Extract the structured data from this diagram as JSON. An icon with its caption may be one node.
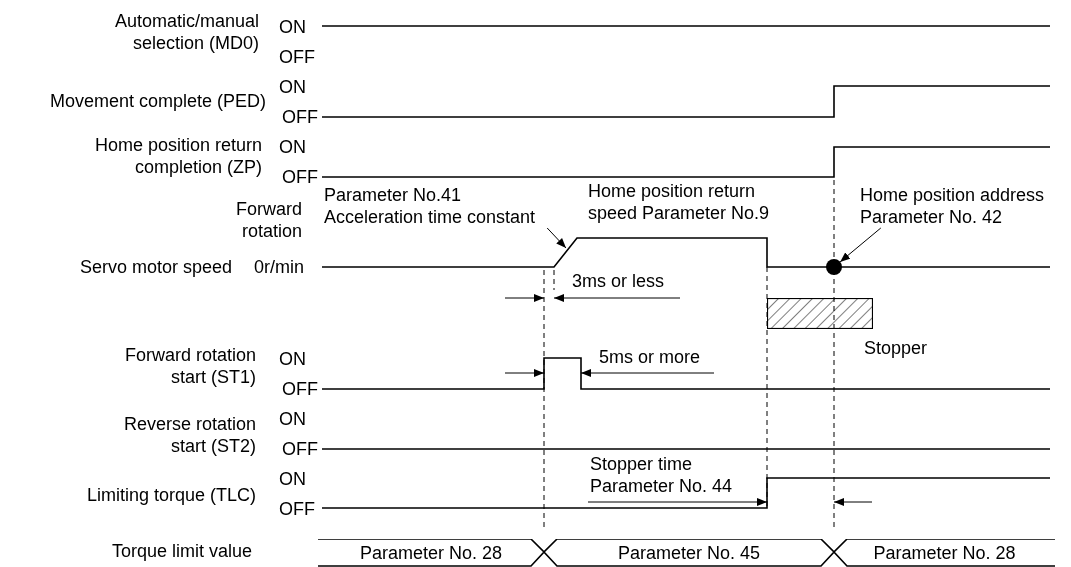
{
  "diagram": {
    "nodes": [
      {
        "text": [
          "Parameter No.41",
          "Acceleration time constant"
        ]
      },
      {
        "text": [
          "Home position address",
          "Parameter No. 42"
        ]
      },
      {
        "text": [],
        "shape": "circle"
      },
      {
        "text": [
          "Stopper"
        ]
      },
      {
        "text": [
          "Parameter No. 28"
        ]
      },
      {
        "text": [
          "Parameter No. 45"
        ]
      },
      {
        "text": [
          "Parameter No. 28"
        ]
      }
    ],
    "edges": [
      {
        "from": 0,
        "to": null,
        "arrow": "to"
      },
      {
        "from": 1,
        "to": 2,
        "arrow": "to"
      }
    ],
    "labels": [
      "Automatic/manual selection (MD0)",
      "ON",
      "OFF",
      "Movement complete (PED)",
      "ON",
      "OFF",
      "Home position return completion (ZP)",
      "ON",
      "OFF",
      "Home position return speed Parameter No.9",
      "Forward rotation",
      "Servo motor speed",
      "0r/min",
      "3ms or less",
      "Forward rotation start (ST1)",
      "ON",
      "OFF",
      "5ms or more",
      "Reverse rotation start (ST2)",
      "ON",
      "OFF",
      "Stopper time Parameter No. 44",
      "Limiting torque (TLC)",
      "ON",
      "OFF",
      "Torque limit value"
    ]
  }
}
